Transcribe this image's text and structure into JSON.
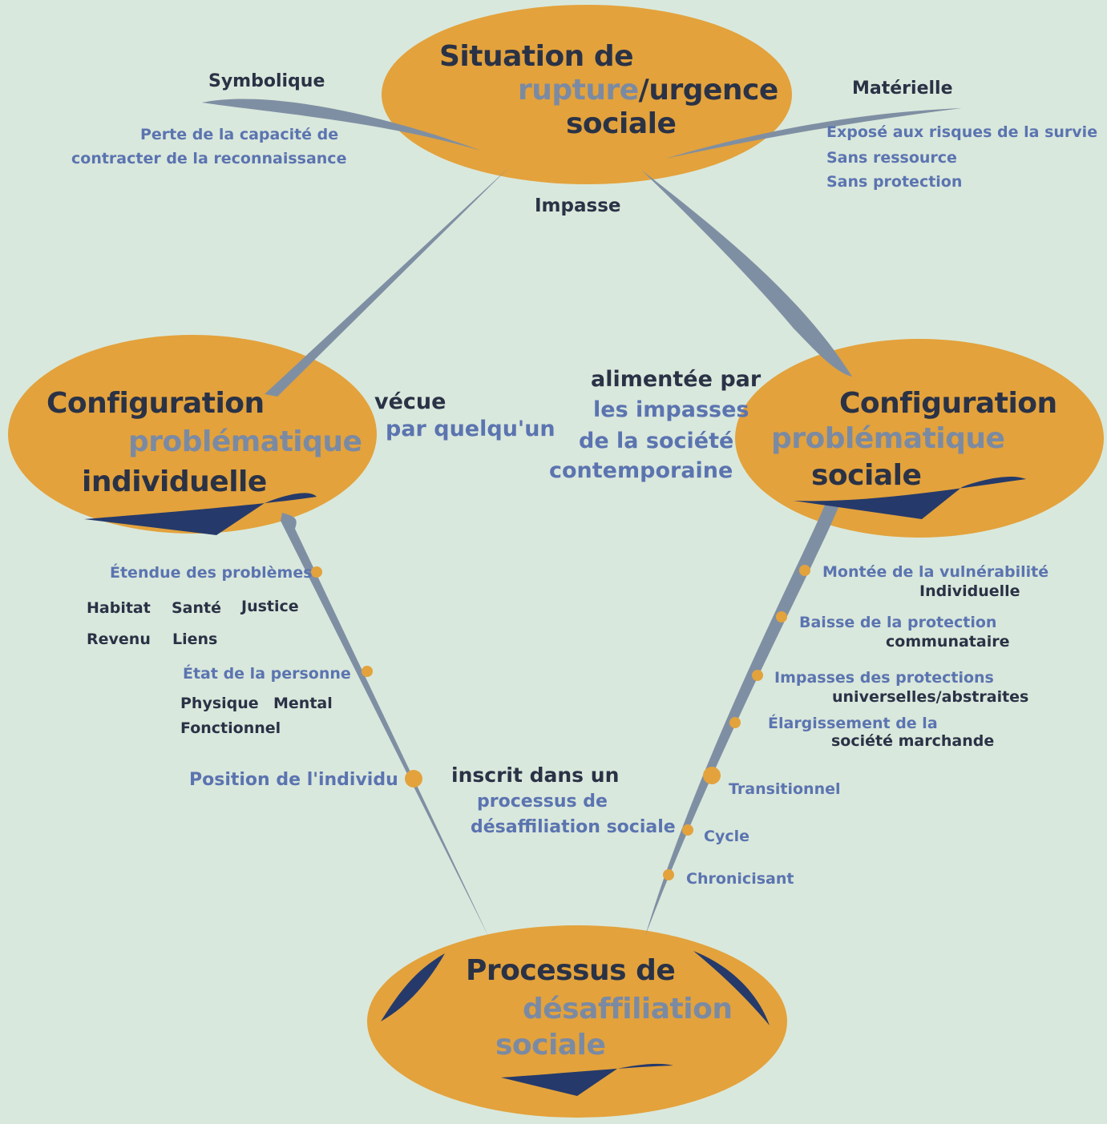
{
  "colors": {
    "background": "#d9e8dc",
    "ellipse_fill": "#e3a23c",
    "connector": "#7f8fa3",
    "navy_accent": "#253a6a",
    "text_dark": "#2a3246",
    "text_blue": "#5b74b0",
    "text_grey": "#7b8aa3",
    "dot": "#e3a23c"
  },
  "top": {
    "line1": "Situation de",
    "rupture": "rupture",
    "urgence": "/urgence",
    "line3": "sociale",
    "impasse": "Impasse",
    "symbolique": {
      "title": "Symbolique",
      "desc1": "Perte de la capacité de",
      "desc2": "contracter de la reconnaissance"
    },
    "materielle": {
      "title": "Matérielle",
      "items": [
        "Exposé aux risques de la survie",
        "Sans ressource",
        "Sans protection"
      ]
    }
  },
  "left": {
    "line1": "Configuration",
    "line2": "problématique",
    "line3": "individuelle",
    "vecue": "vécue",
    "par_quelquun": "par quelqu'un",
    "etendue": "Étendue des problèmes",
    "problems": [
      "Habitat",
      "Santé",
      "Justice",
      "Revenu",
      "Liens"
    ],
    "etat": "État de la personne",
    "states": [
      "Physique",
      "Mental",
      "Fonctionnel"
    ],
    "position": "Position de l'individu"
  },
  "right": {
    "line1": "Configuration",
    "line2": "problématique",
    "line3": "sociale",
    "alimentee": "alimentée par",
    "impasses_lines": [
      "les impasses",
      "de la société",
      "contemporaine"
    ],
    "factors": [
      {
        "a": "Montée de la vulnérabilité",
        "b": "Individuelle"
      },
      {
        "a": "Baisse de la protection",
        "b": "communataire"
      },
      {
        "a": "Impasses des protections",
        "b": "universelles/abstraites"
      },
      {
        "a": "Élargissement de la",
        "b": "société marchande"
      }
    ],
    "phases": [
      "Transitionnel",
      "Cycle",
      "Chronicisant"
    ]
  },
  "bottom": {
    "line1": "Processus de",
    "line2": "désaffiliation",
    "line3": "sociale",
    "inscrit": "inscrit dans un",
    "processus_lines": [
      "processus de",
      "désaffiliation sociale"
    ]
  }
}
